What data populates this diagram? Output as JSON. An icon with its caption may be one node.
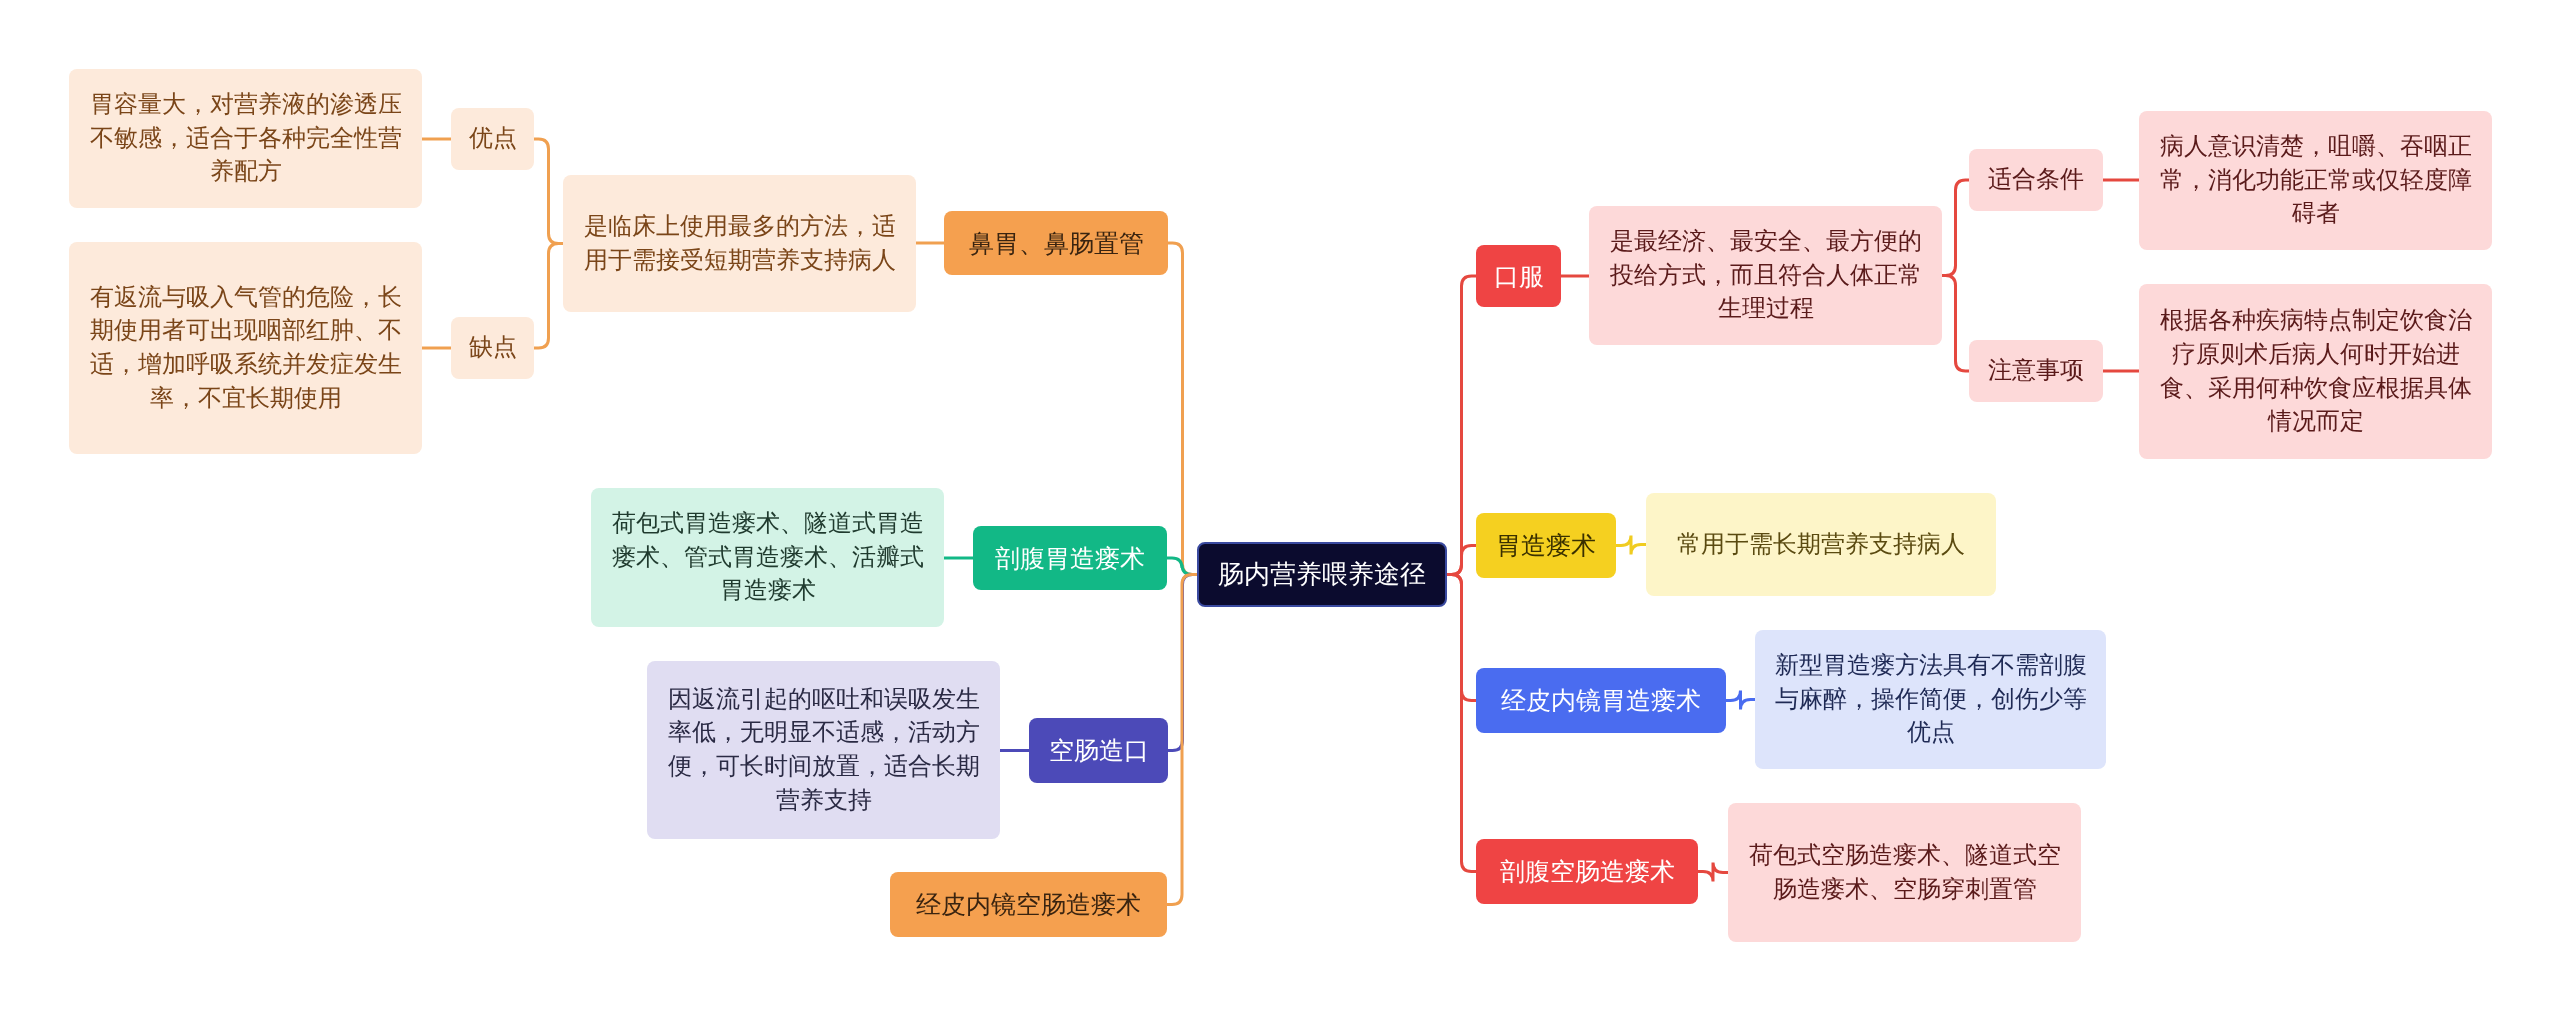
{
  "diagram": {
    "nodes": [
      {
        "text": [
          "肠内营养喂养途径"
        ]
      },
      {
        "text": [
          "鼻胃、鼻肠置管"
        ]
      },
      {
        "text": [
          "是临床上使用最多的方法，适用于需接受短期营养支持病人"
        ]
      },
      {
        "text": [
          "优点"
        ]
      },
      {
        "text": [
          "胃容量大，对营养液的渗透压不敏感，适合于各种完全性营养配方"
        ]
      },
      {
        "text": [
          "缺点"
        ]
      },
      {
        "text": [
          "有返流与吸入气管的危险，长期使用者可出现咽部红肿、不适，增加呼吸系统并发症发生率，不宜长期使用"
        ]
      },
      {
        "text": [
          "剖腹胃造瘘术"
        ]
      },
      {
        "text": [
          "荷包式胃造瘘术、隧道式胃造瘘术、管式胃造瘘术、活瓣式胃造瘘术"
        ]
      },
      {
        "text": [
          "空肠造口"
        ]
      },
      {
        "text": [
          "因返流引起的呕吐和误吸发生率低，无明显不适感，活动方便，可长时间放置，适合长期营养支持"
        ]
      },
      {
        "text": [
          "经皮内镜空肠造瘘术"
        ]
      },
      {
        "text": [
          "口服"
        ]
      },
      {
        "text": [
          "是最经济、最安全、最方便的投给方式，而且符合人体正常生理过程"
        ]
      },
      {
        "text": [
          "适合条件"
        ]
      },
      {
        "text": [
          "病人意识清楚，咀嚼、吞咽正常，消化功能正常或仅轻度障碍者"
        ]
      },
      {
        "text": [
          "注意事项"
        ]
      },
      {
        "text": [
          "根据各种疾病特点制定饮食治疗原则术后病人何时开始进食、采用何种饮食应根据具体情况而定"
        ]
      },
      {
        "text": [
          "胃造瘘术"
        ]
      },
      {
        "text": [
          "常用于需长期营养支持病人"
        ]
      },
      {
        "text": [
          "经皮内镜胃造瘘术"
        ]
      },
      {
        "text": [
          "新型胃造瘘方法具有不需剖腹与麻醉，操作简便，创伤少等优点"
        ]
      },
      {
        "text": [
          "剖腹空肠造瘘术"
        ]
      },
      {
        "text": [
          "荷包式空肠造瘘术、隧道式空肠造瘘术、空肠穿刺置管"
        ]
      }
    ],
    "edges": [
      {
        "from": 0,
        "to": 1,
        "arrow": "none",
        "color": "#f0a050"
      },
      {
        "from": 1,
        "to": 2,
        "arrow": "none",
        "color": "#f0a050"
      },
      {
        "from": 2,
        "to": 3,
        "arrow": "none",
        "color": "#f0a050"
      },
      {
        "from": 2,
        "to": 5,
        "arrow": "none",
        "color": "#f0a050"
      },
      {
        "from": 3,
        "to": 4,
        "arrow": "none",
        "color": "#f0a050"
      },
      {
        "from": 5,
        "to": 6,
        "arrow": "none",
        "color": "#f0a050"
      },
      {
        "from": 0,
        "to": 7,
        "arrow": "none",
        "color": "#12b886"
      },
      {
        "from": 7,
        "to": 8,
        "arrow": "none",
        "color": "#12b886"
      },
      {
        "from": 0,
        "to": 9,
        "arrow": "none",
        "color": "#4c4ab8"
      },
      {
        "from": 9,
        "to": 10,
        "arrow": "none",
        "color": "#4c4ab8"
      },
      {
        "from": 0,
        "to": 11,
        "arrow": "none",
        "color": "#f0a050"
      },
      {
        "from": 0,
        "to": 12,
        "arrow": "none",
        "color": "#e5483f"
      },
      {
        "from": 12,
        "to": 13,
        "arrow": "none",
        "color": "#e5483f"
      },
      {
        "from": 13,
        "to": 14,
        "arrow": "none",
        "color": "#e5483f"
      },
      {
        "from": 13,
        "to": 16,
        "arrow": "none",
        "color": "#e5483f"
      },
      {
        "from": 14,
        "to": 15,
        "arrow": "none",
        "color": "#e5483f"
      },
      {
        "from": 16,
        "to": 17,
        "arrow": "none",
        "color": "#e5483f"
      },
      {
        "from": 0,
        "to": 18,
        "arrow": "none",
        "color": "#e5483f"
      },
      {
        "from": 18,
        "to": 19,
        "arrow": "none",
        "color": "#f0cc20"
      },
      {
        "from": 0,
        "to": 20,
        "arrow": "none",
        "color": "#e5483f"
      },
      {
        "from": 20,
        "to": 21,
        "arrow": "none",
        "color": "#4a6cf0"
      },
      {
        "from": 0,
        "to": 22,
        "arrow": "none",
        "color": "#e5483f"
      },
      {
        "from": 22,
        "to": 23,
        "arrow": "none",
        "color": "#e5483f"
      }
    ]
  }
}
